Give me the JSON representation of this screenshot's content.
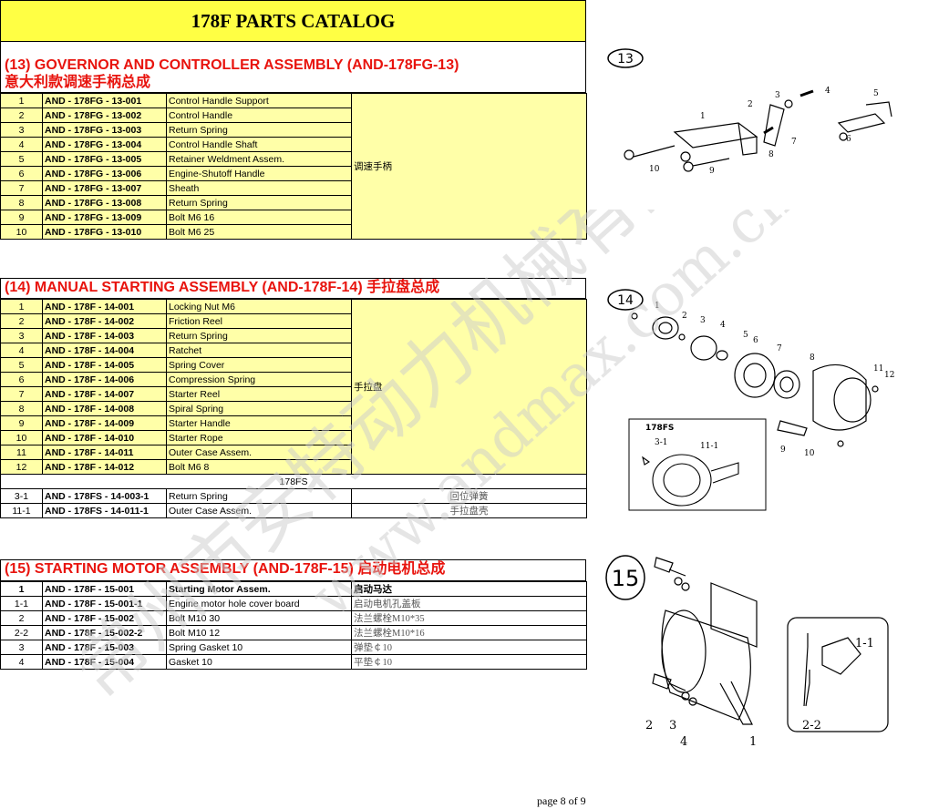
{
  "catalog_title": "178F PARTS CATALOG",
  "sec13": {
    "title_en": "(13) GOVERNOR AND CONTROLLER ASSEMBLY (AND-178FG-13)",
    "title_cn": "意大利款调速手柄总成",
    "group_cn": "调速手柄",
    "rows": [
      {
        "no": "1",
        "code": "AND - 178FG - 13-001",
        "name": "Control Handle Support"
      },
      {
        "no": "2",
        "code": "AND - 178FG - 13-002",
        "name": "Control Handle"
      },
      {
        "no": "3",
        "code": "AND - 178FG - 13-003",
        "name": "Return Spring"
      },
      {
        "no": "4",
        "code": "AND - 178FG - 13-004",
        "name": "Control Handle Shaft"
      },
      {
        "no": "5",
        "code": "AND - 178FG - 13-005",
        "name": "Retainer Weldment Assem."
      },
      {
        "no": "6",
        "code": "AND - 178FG - 13-006",
        "name": "Engine-Shutoff Handle"
      },
      {
        "no": "7",
        "code": "AND - 178FG - 13-007",
        "name": "Sheath"
      },
      {
        "no": "8",
        "code": "AND - 178FG - 13-008",
        "name": "Return Spring"
      },
      {
        "no": "9",
        "code": "AND - 178FG - 13-009",
        "name": "Bolt M6 16"
      },
      {
        "no": "10",
        "code": "AND - 178FG - 13-010",
        "name": "Bolt M6 25"
      }
    ]
  },
  "sec14": {
    "title": "(14) MANUAL STARTING ASSEMBLY (AND-178F-14) 手拉盘总成",
    "group_cn": "手拉盘",
    "rows": [
      {
        "no": "1",
        "code": "AND - 178F - 14-001",
        "name": "Locking Nut M6"
      },
      {
        "no": "2",
        "code": "AND - 178F - 14-002",
        "name": "Friction Reel"
      },
      {
        "no": "3",
        "code": "AND - 178F - 14-003",
        "name": "Return Spring"
      },
      {
        "no": "4",
        "code": "AND - 178F - 14-004",
        "name": "Ratchet"
      },
      {
        "no": "5",
        "code": "AND - 178F - 14-005",
        "name": "Spring Cover"
      },
      {
        "no": "6",
        "code": "AND - 178F - 14-006",
        "name": "Compression Spring"
      },
      {
        "no": "7",
        "code": "AND - 178F - 14-007",
        "name": "Starter Reel"
      },
      {
        "no": "8",
        "code": "AND - 178F - 14-008",
        "name": "Spiral Spring"
      },
      {
        "no": "9",
        "code": "AND - 178F - 14-009",
        "name": "Starter Handle"
      },
      {
        "no": "10",
        "code": "AND - 178F - 14-010",
        "name": "Starter Rope"
      },
      {
        "no": "11",
        "code": "AND - 178F - 14-011",
        "name": "Outer Case Assem."
      },
      {
        "no": "12",
        "code": "AND - 178F - 14-012",
        "name": "Bolt M6 8"
      }
    ],
    "sub_label": "178FS",
    "sub_rows": [
      {
        "no": "3-1",
        "code": "AND - 178FS - 14-003-1",
        "name": "Return Spring",
        "cn": "回位弹簧"
      },
      {
        "no": "11-1",
        "code": "AND - 178FS - 14-011-1",
        "name": "Outer Case Assem.",
        "cn": "手拉盘壳"
      }
    ]
  },
  "sec15": {
    "title": "(15) STARTING MOTOR ASSEMBLY (AND-178F-15) 启动电机总成",
    "rows": [
      {
        "no": "1",
        "code": "AND - 178F - 15-001",
        "name": "Starting Motor Assem.",
        "cn": "启动马达"
      },
      {
        "no": "1-1",
        "code": "AND - 178F - 15-001-1",
        "name": "Engine motor hole cover board",
        "cn": "启动电机孔盖板"
      },
      {
        "no": "2",
        "code": "AND - 178F - 15-002",
        "name": "Bolt M10 30",
        "cn": "法兰螺栓M10*35"
      },
      {
        "no": "2-2",
        "code": "AND - 178F - 15-002-2",
        "name": "Bolt M10 12",
        "cn": "法兰螺栓M10*16"
      },
      {
        "no": "3",
        "code": "AND - 178F - 15-003",
        "name": "Spring Gasket 10",
        "cn": "弹垫￠10"
      },
      {
        "no": "4",
        "code": "AND - 178F - 15-004",
        "name": "Gasket 10",
        "cn": "平垫￠10"
      }
    ]
  },
  "diagrams": {
    "d13_badge": "13",
    "d14_badge": "14",
    "d14_inset": "178FS",
    "d15_badge": "15"
  },
  "watermark": {
    "line1": "常州市安特动力机械有限公司",
    "line2": "www.andmax.com.cn"
  },
  "footer": "page 8 of 9"
}
